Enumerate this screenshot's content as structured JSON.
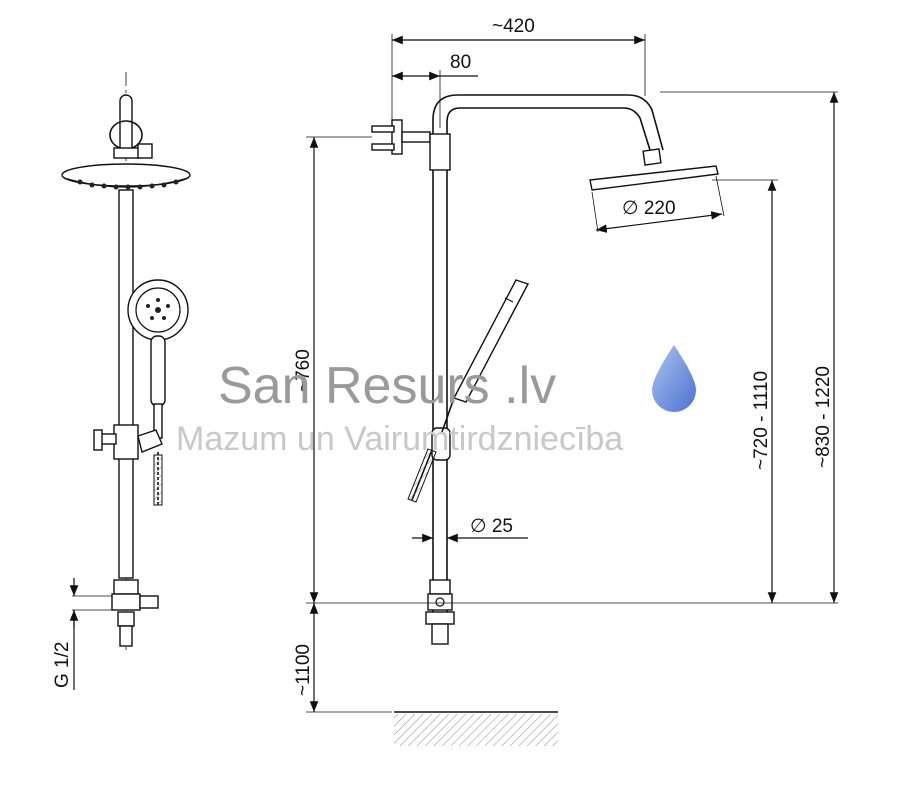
{
  "dimensions": {
    "overall_width": "~420",
    "wall_offset": "80",
    "shower_head_diameter": "220",
    "rail_height_label": "~760",
    "rail_height_range": "~720 - 1110",
    "total_height_range": "~830 - 1220",
    "rail_diameter": "25",
    "floor_height": "~1100",
    "inlet_thread": "G 1/2"
  },
  "symbols": {
    "diameter": "∅"
  },
  "watermark": {
    "brand": "San Resurs .lv",
    "tagline": "Mazum un Vairumtirdzniecība"
  },
  "colors": {
    "line": "#111111",
    "watermark_text": "#9a9a9a",
    "watermark_drop": "#6f8fd8"
  }
}
